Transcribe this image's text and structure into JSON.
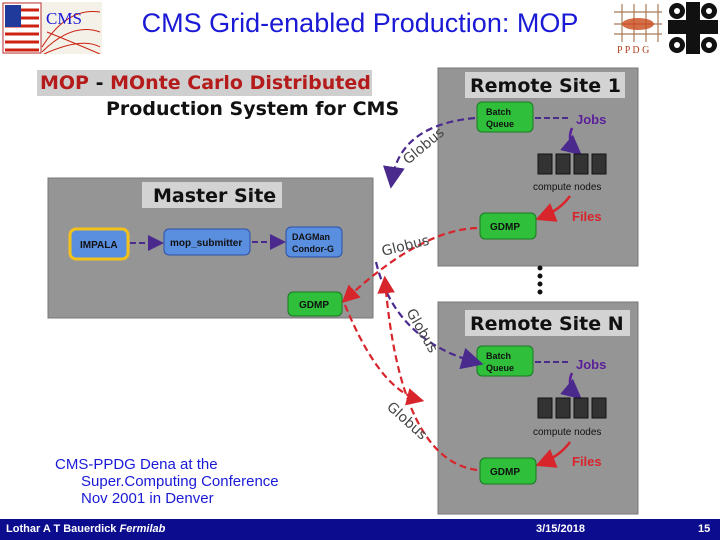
{
  "slide": {
    "title": "CMS Grid-enabled Production: MOP",
    "logo_text": "CMS",
    "ppdg_text": "P P D G"
  },
  "diagram": {
    "heading_abbrev": "MOP",
    "heading_dash": " - ",
    "heading_line1_rest": "MOnte Carlo Distributed",
    "heading_line2": "Production System for CMS",
    "master_site": {
      "title": "Master Site",
      "impala": "IMPALA",
      "mop_submitter": "mop_submitter",
      "dagman_line1": "DAGMan",
      "dagman_line2": "Condor-G",
      "gdmp": "GDMP"
    },
    "remote_site_1": {
      "title": "Remote Site 1",
      "batch_line1": "Batch",
      "batch_line2": "Queue",
      "jobs": "Jobs",
      "compute_nodes": "compute nodes",
      "files": "Files",
      "gdmp": "GDMP"
    },
    "remote_site_n": {
      "title": "Remote Site N",
      "batch_line1": "Batch",
      "batch_line2": "Queue",
      "jobs": "Jobs",
      "compute_nodes": "compute nodes",
      "files": "Files",
      "gdmp": "GDMP"
    },
    "globus_label": "Globus",
    "colors": {
      "site_box": "#959595",
      "box_green": "#2fbf3a",
      "box_blue": "#5a8fe0",
      "box_yellow": "#f2c21b",
      "dashed_purple": "#4b2a8e",
      "dashed_red": "#d8252b",
      "globus_text": "#444444",
      "label_purple": "#5a1f9a",
      "label_red": "#d8252b"
    }
  },
  "caption": {
    "line1": "CMS-PPDG Dena at the",
    "line2": "Super.Computing Conference",
    "line3": "Nov 2001 in Denver"
  },
  "footer": {
    "author": "Lothar A T Bauerdick",
    "org": "Fermilab",
    "date": "3/15/2018",
    "page": "15"
  }
}
